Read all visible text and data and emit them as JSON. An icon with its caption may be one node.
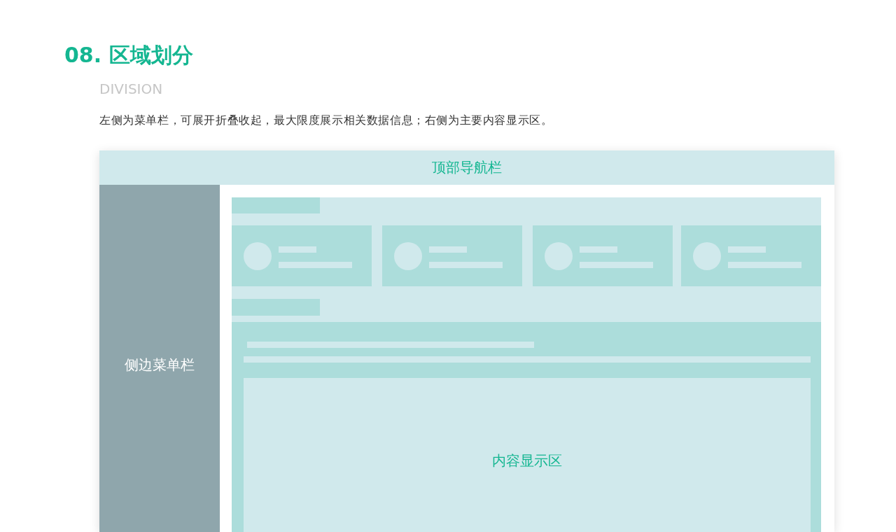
{
  "diagram": {
    "title": "08. 区域划分",
    "nodes": [
      {
        "text": [
          "顶部导航栏"
        ]
      },
      {
        "text": [
          "侧边菜单栏"
        ]
      },
      {
        "text": [
          "内容显示区"
        ]
      }
    ],
    "labels": [
      "DIVISION",
      "左侧为菜单栏，可展开折叠收起，最大限度展示相关数据信息；右侧为主要内容显示区。"
    ]
  }
}
